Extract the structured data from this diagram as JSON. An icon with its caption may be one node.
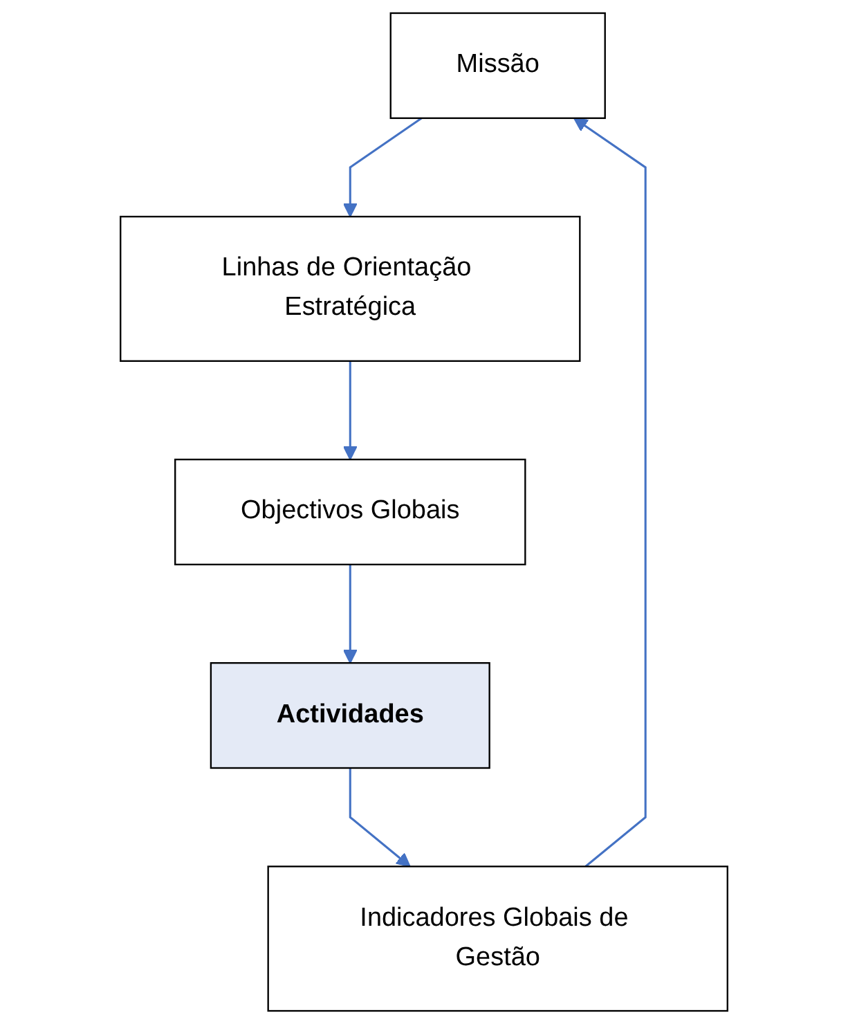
{
  "diagram": {
    "nodes": [
      {
        "text": [
          "Missão"
        ]
      },
      {
        "text": [
          "Linhas de Orientação Estratégica"
        ]
      },
      {
        "text": [
          "Objectivos Globais"
        ]
      },
      {
        "text": [
          "Actividades"
        ]
      },
      {
        "text": [
          "Indicadores Globais de Gestão"
        ]
      }
    ],
    "edges": [
      {
        "from": 0,
        "to": 1,
        "arrow": "to"
      },
      {
        "from": 1,
        "to": 2,
        "arrow": "to"
      },
      {
        "from": 2,
        "to": 3,
        "arrow": "to"
      },
      {
        "from": 3,
        "to": 4,
        "arrow": "to"
      },
      {
        "from": 4,
        "to": 0,
        "arrow": "to"
      }
    ]
  }
}
